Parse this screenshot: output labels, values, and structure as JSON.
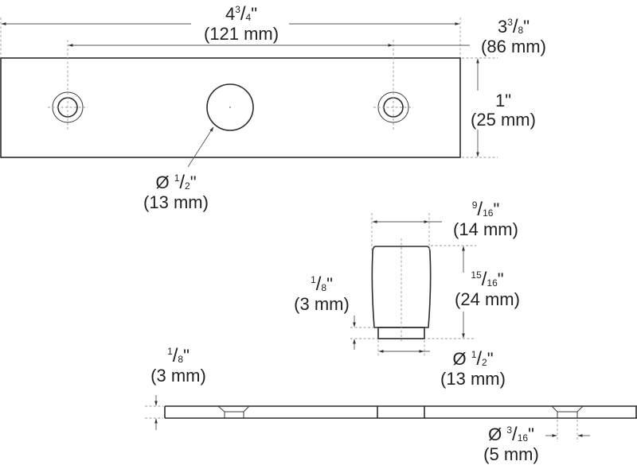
{
  "figure": {
    "title": "Cabinet pull / plate dimension drawing",
    "line_color": "#2b2b2b",
    "dim_line_color": "#555555",
    "center_line_color": "#9a9a9a"
  },
  "dimensions": {
    "overall_length": {
      "whole": "4",
      "num": "3",
      "den": "4",
      "unit": "\"",
      "metric": "(121 mm)"
    },
    "hole_spacing": {
      "whole": "3",
      "num": "3",
      "den": "8",
      "unit": "\"",
      "metric": "(86 mm)"
    },
    "plate_height": {
      "imperial": "1\"",
      "metric": "(25 mm)"
    },
    "center_hole_diameter": {
      "prefix": "Ø",
      "num": "1",
      "den": "2",
      "unit": "\"",
      "metric": "(13 mm)"
    },
    "knob_width": {
      "num": "9",
      "den": "16",
      "unit": "\"",
      "metric": "(14 mm)"
    },
    "knob_height": {
      "num": "15",
      "den": "16",
      "unit": "\"",
      "metric": "(24 mm)"
    },
    "knob_shoulder": {
      "num": "1",
      "den": "8",
      "unit": "\"",
      "metric": "(3 mm)"
    },
    "knob_base_diameter": {
      "prefix": "Ø",
      "num": "1",
      "den": "2",
      "unit": "\"",
      "metric": "(13 mm)"
    },
    "plate_thickness": {
      "num": "1",
      "den": "8",
      "unit": "\"",
      "metric": "(3 mm)"
    },
    "screw_hole_diameter": {
      "prefix": "Ø",
      "num": "3",
      "den": "16",
      "unit": "\"",
      "metric": "(5 mm)"
    }
  }
}
